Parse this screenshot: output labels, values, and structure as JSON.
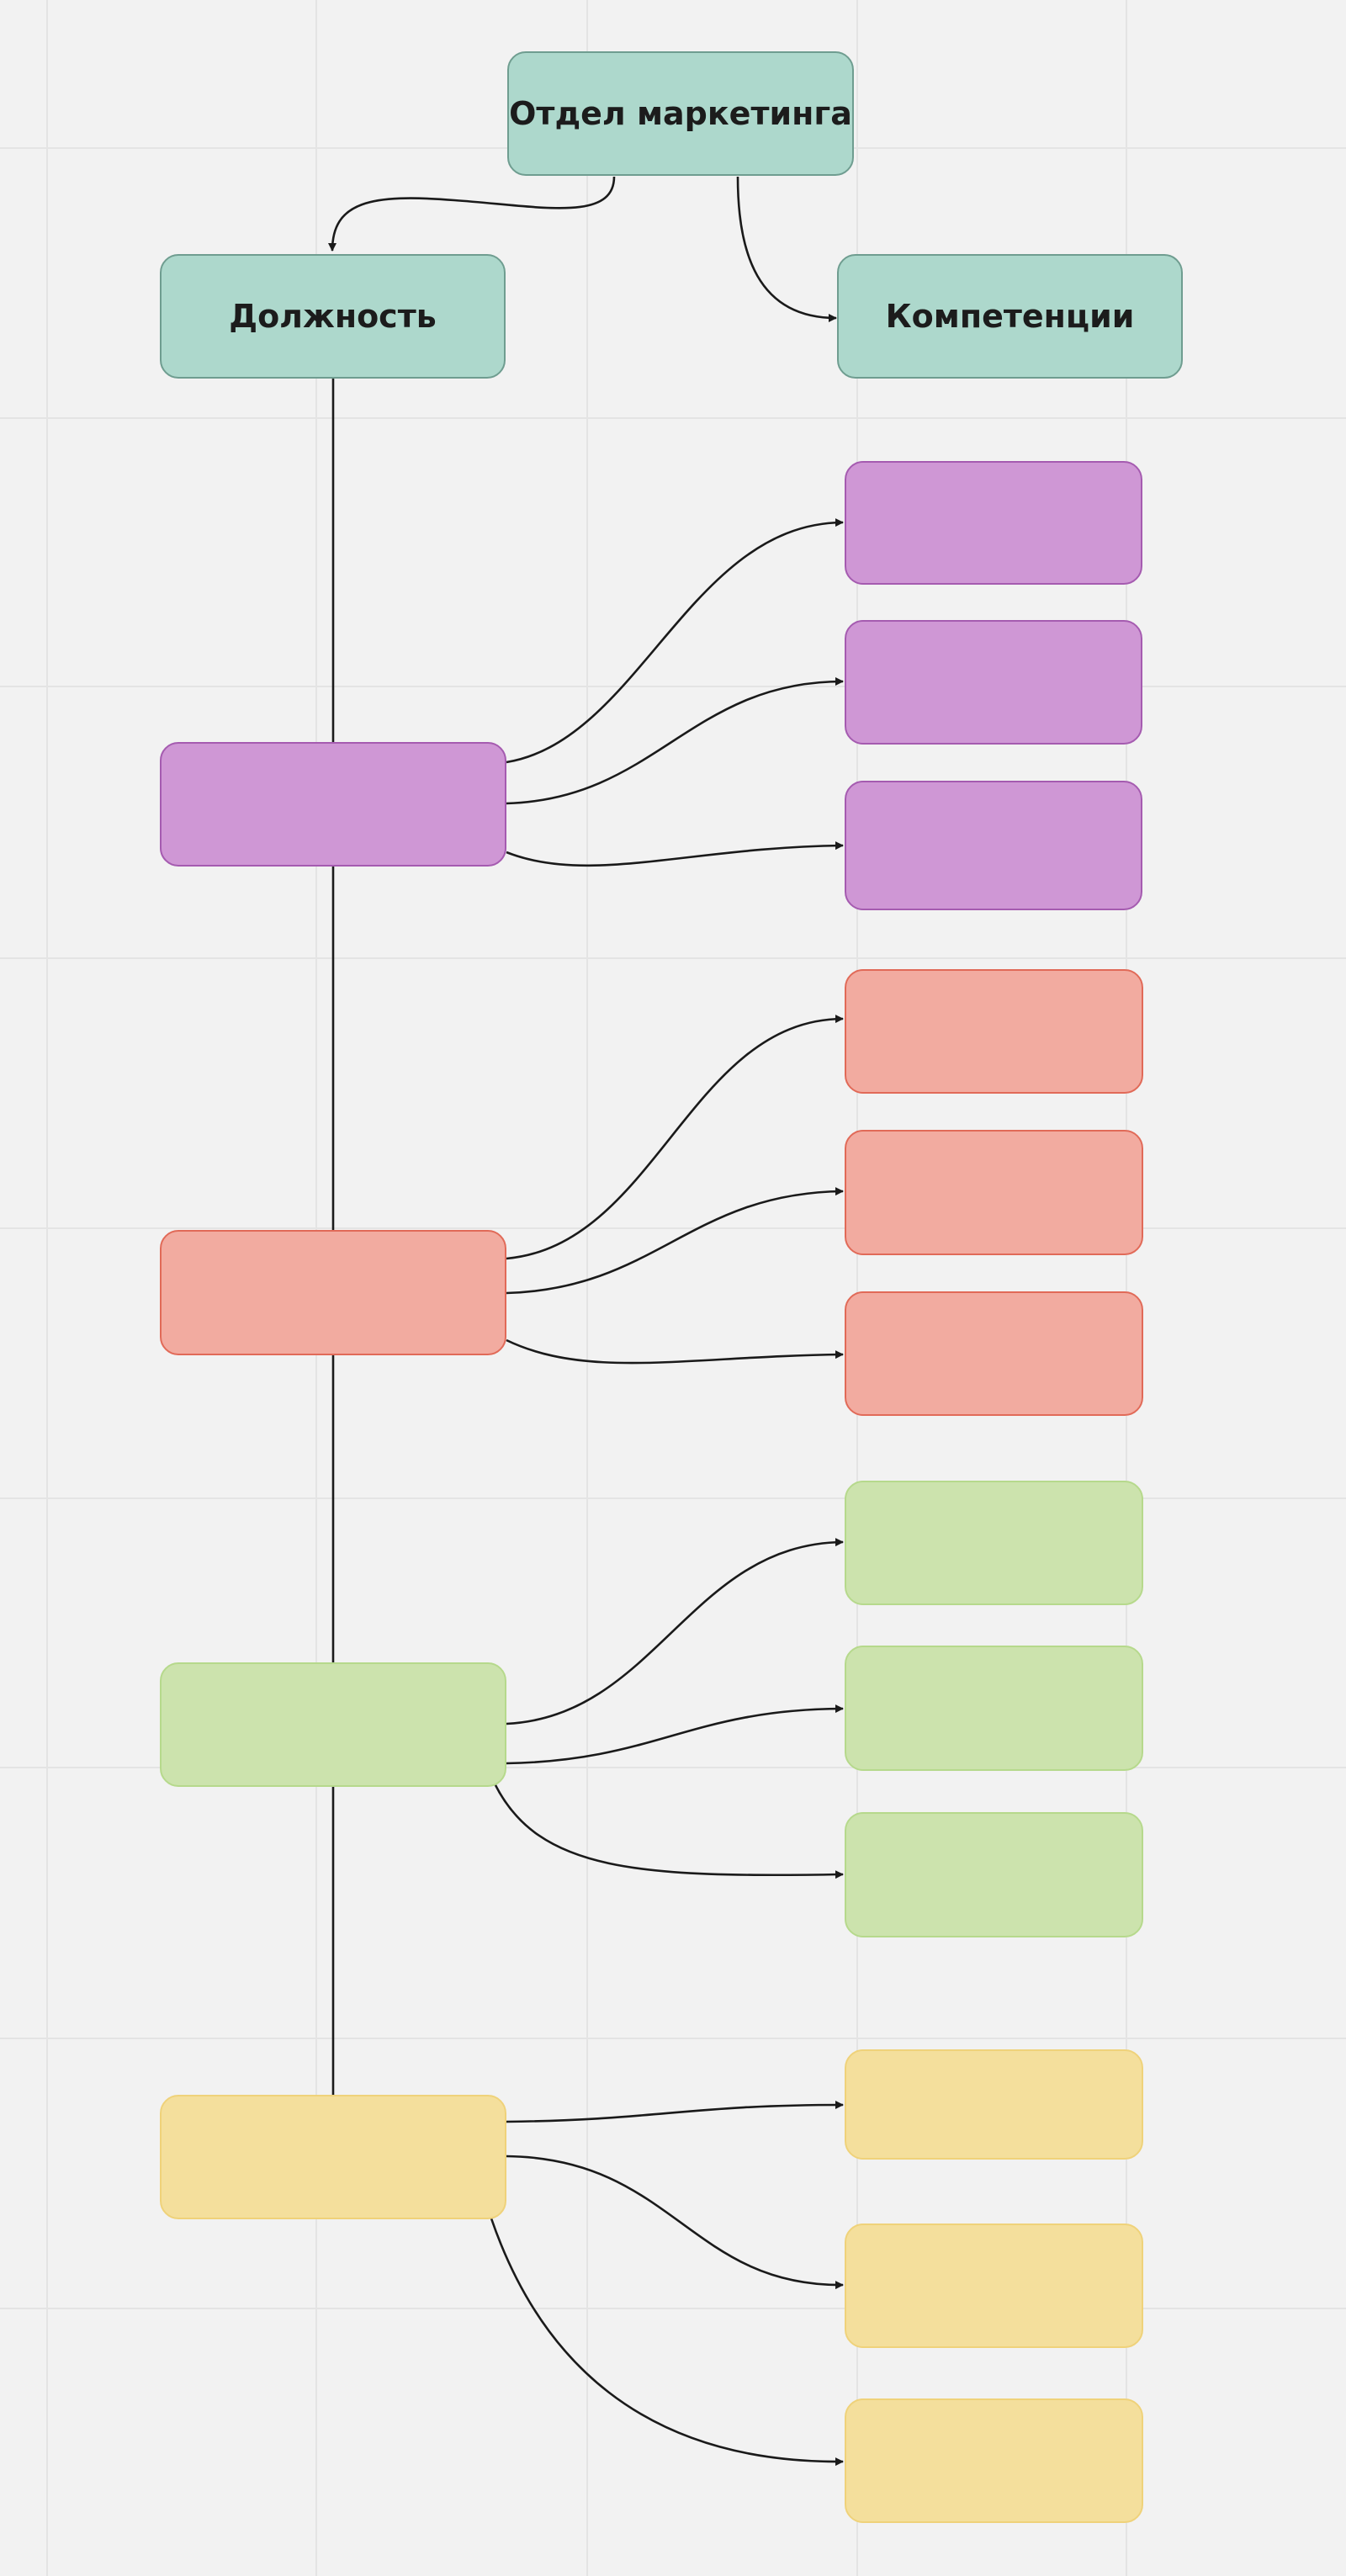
{
  "diagram": {
    "nodes": {
      "root": {
        "label": "Отдел маркетинга"
      },
      "position_header": {
        "label": "Должность"
      },
      "competence_header": {
        "label": "Компетенции"
      },
      "groups": [
        {
          "name": "purple",
          "position_label": "",
          "competences": [
            "",
            "",
            ""
          ]
        },
        {
          "name": "red",
          "position_label": "",
          "competences": [
            "",
            "",
            ""
          ]
        },
        {
          "name": "green",
          "position_label": "",
          "competences": [
            "",
            "",
            ""
          ]
        },
        {
          "name": "yellow",
          "position_label": "",
          "competences": [
            "",
            "",
            ""
          ]
        }
      ]
    },
    "edges": [
      {
        "from": "root",
        "to": "position_header",
        "arrow": true
      },
      {
        "from": "root",
        "to": "competence_header",
        "arrow": true
      },
      {
        "from": "position_header",
        "to": "positions",
        "arrow": false
      },
      {
        "from": "position-purple",
        "to": "competence-purple-1",
        "arrow": true
      },
      {
        "from": "position-purple",
        "to": "competence-purple-2",
        "arrow": true
      },
      {
        "from": "position-purple",
        "to": "competence-purple-3",
        "arrow": true
      },
      {
        "from": "position-red",
        "to": "competence-red-1",
        "arrow": true
      },
      {
        "from": "position-red",
        "to": "competence-red-2",
        "arrow": true
      },
      {
        "from": "position-red",
        "to": "competence-red-3",
        "arrow": true
      },
      {
        "from": "position-green",
        "to": "competence-green-1",
        "arrow": true
      },
      {
        "from": "position-green",
        "to": "competence-green-2",
        "arrow": true
      },
      {
        "from": "position-green",
        "to": "competence-green-3",
        "arrow": true
      },
      {
        "from": "position-yellow",
        "to": "competence-yellow-1",
        "arrow": true
      },
      {
        "from": "position-yellow",
        "to": "competence-yellow-2",
        "arrow": true
      },
      {
        "from": "position-yellow",
        "to": "competence-yellow-3",
        "arrow": true
      }
    ]
  },
  "colors": {
    "background": "#f2f2f2",
    "grid": "#e4e4e4",
    "teal_fill": "#add8cc",
    "teal_border": "#6f9d90",
    "purple_fill": "#cf97d5",
    "purple_border": "#a55bb0",
    "red_fill": "#f2aba0",
    "red_border": "#e16a58",
    "green_fill": "#cce3ad",
    "green_border": "#b6d98c",
    "yellow_fill": "#f4df9c",
    "yellow_border": "#efd27a",
    "connector": "#1a1a1a"
  }
}
